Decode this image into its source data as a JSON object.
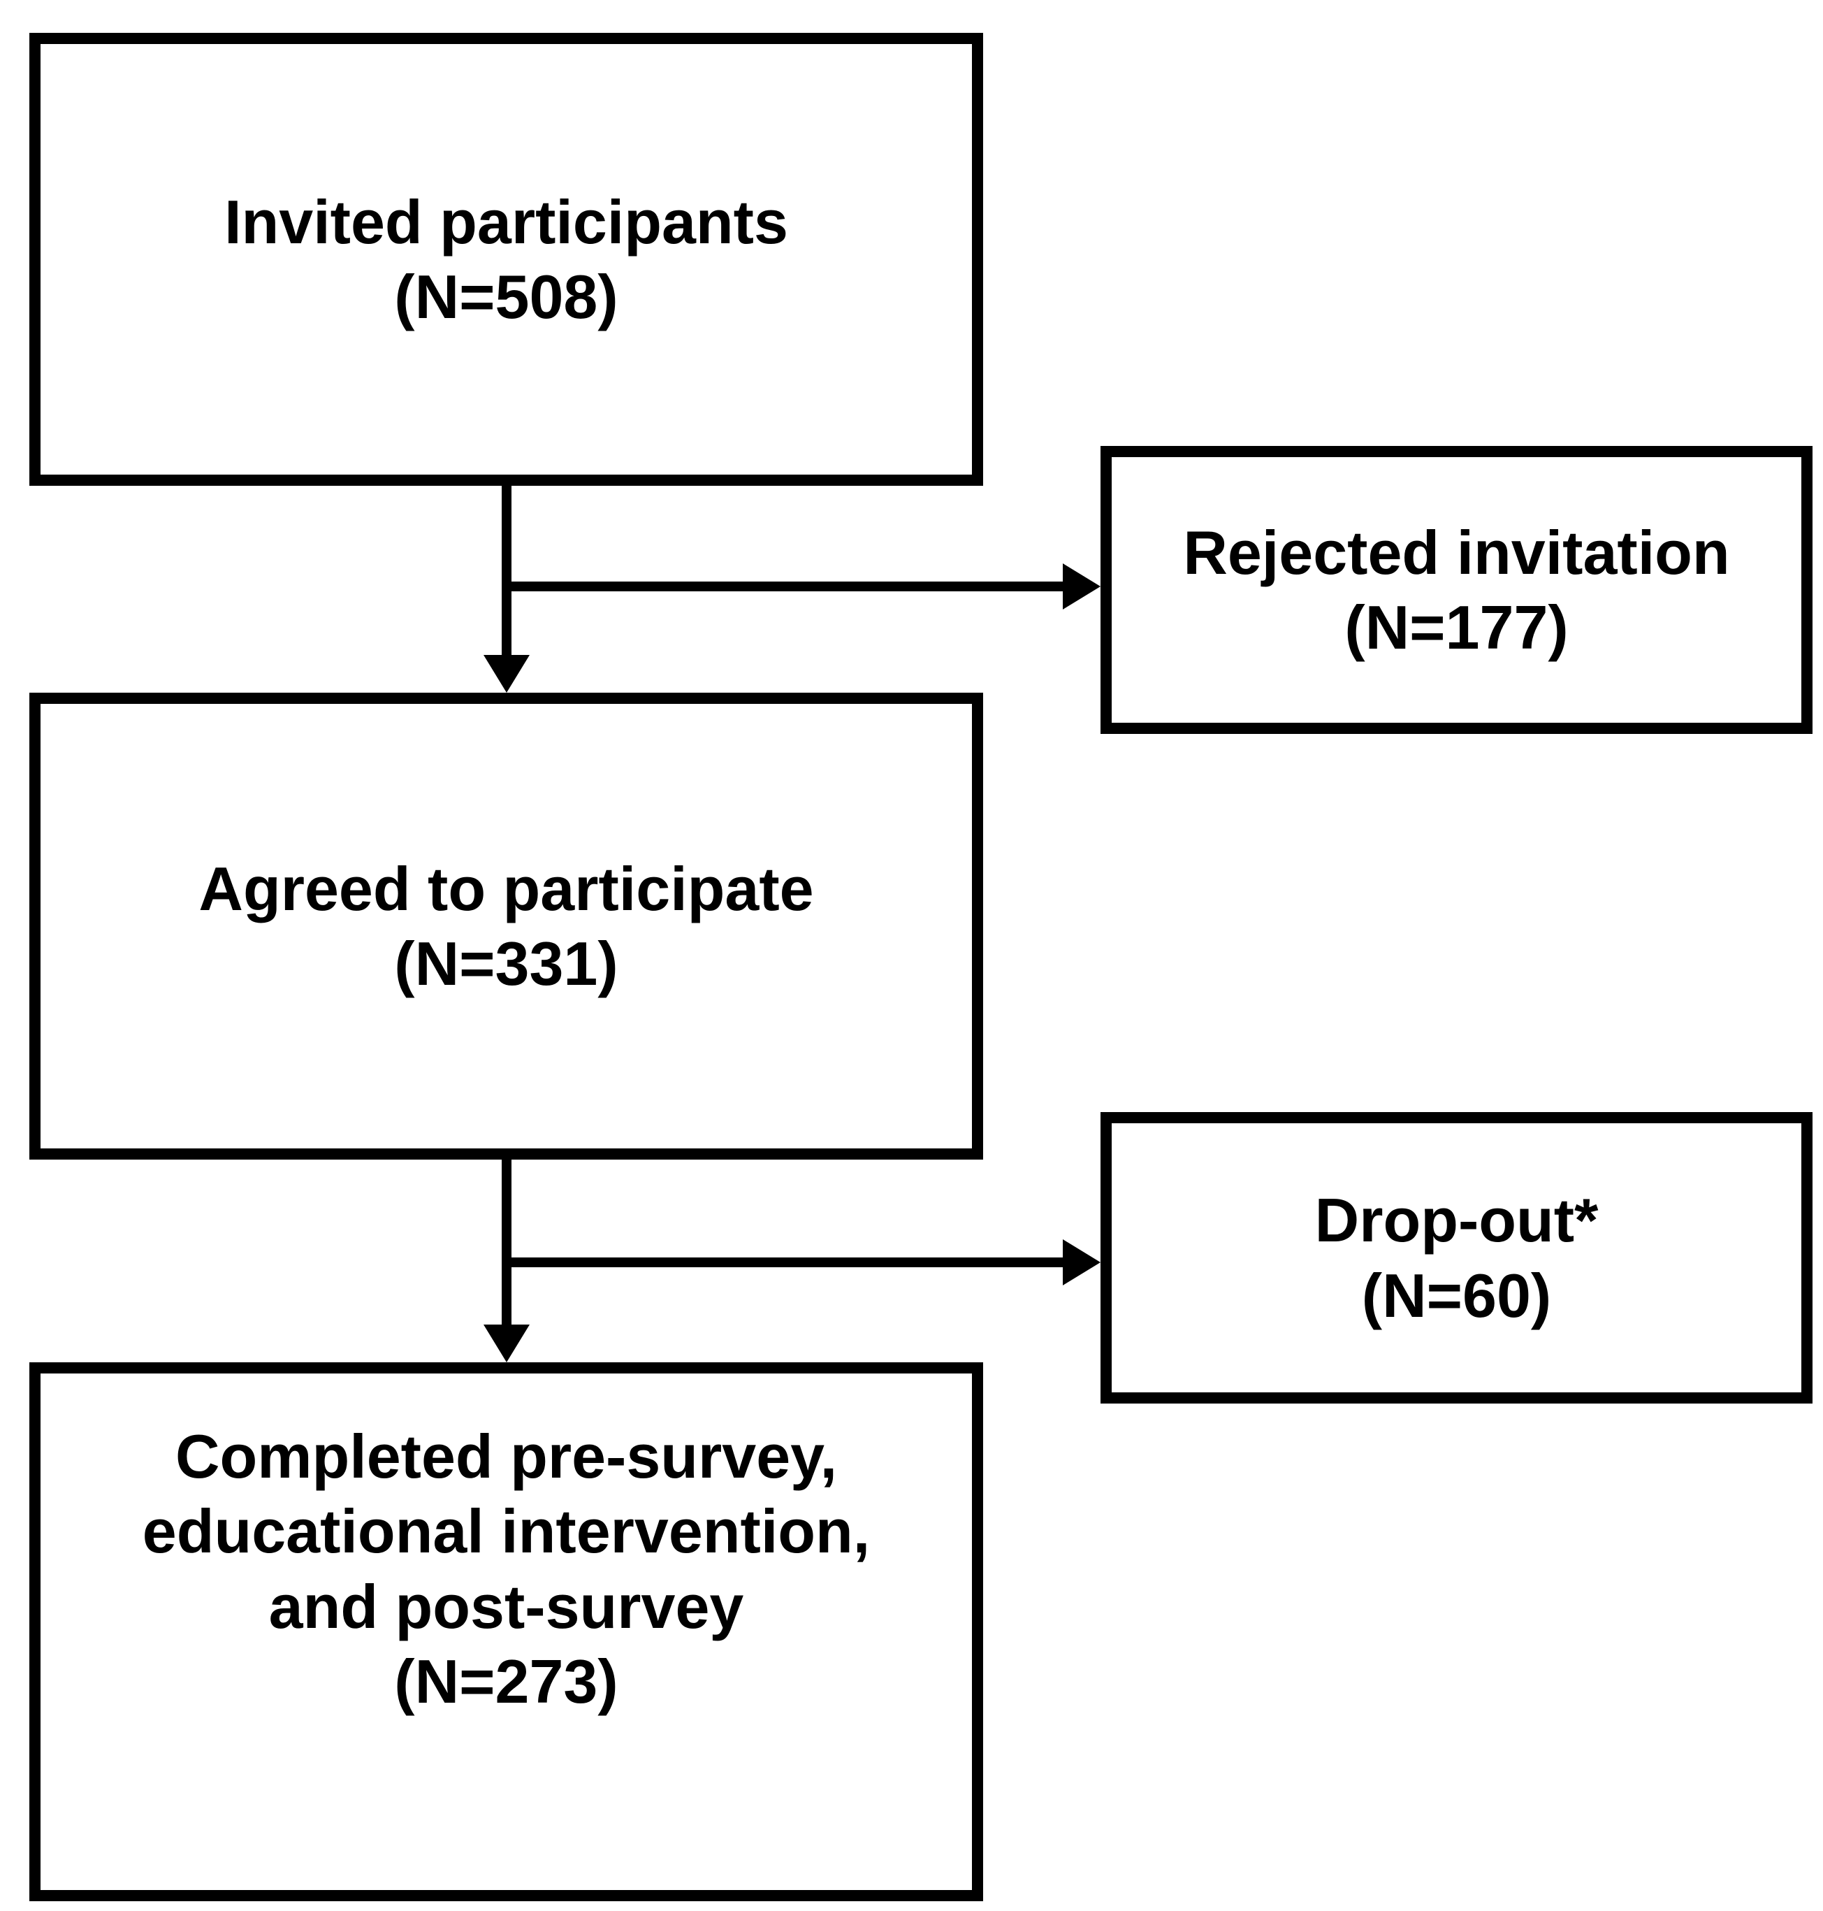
{
  "boxes": {
    "invited": {
      "lines": [
        "Invited participants",
        "(N=508)"
      ]
    },
    "rejected": {
      "lines": [
        "Rejected invitation",
        "(N=177)"
      ]
    },
    "agreed": {
      "lines": [
        "Agreed to participate",
        "(N=331)"
      ]
    },
    "dropout": {
      "lines": [
        "Drop-out*",
        "(N=60)"
      ]
    },
    "completed": {
      "lines": [
        "Completed pre-survey,",
        "educational intervention,",
        "and post-survey",
        "(N=273)"
      ]
    }
  },
  "colors": {
    "line": "#000000",
    "text": "#000000",
    "background": "#ffffff"
  }
}
